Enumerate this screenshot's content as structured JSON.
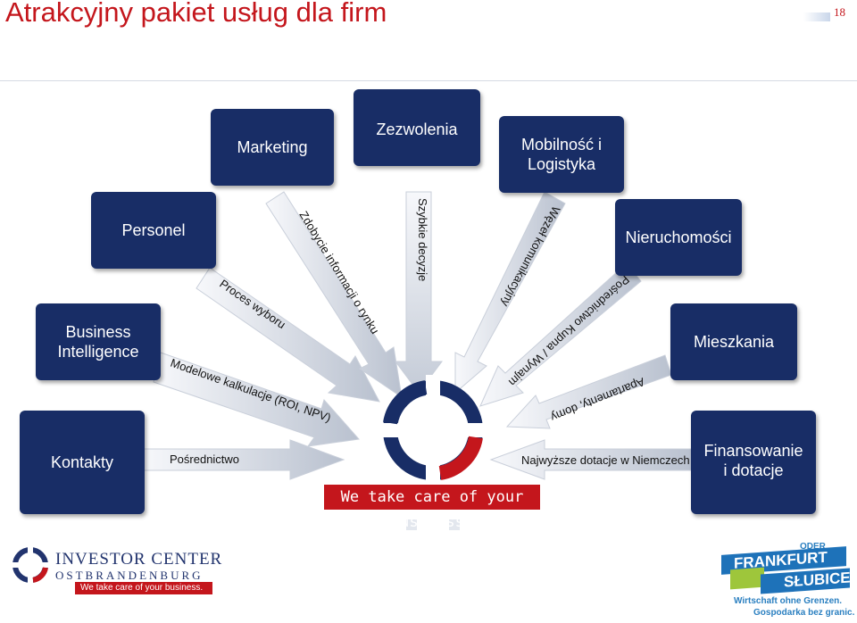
{
  "slide": {
    "title": "Atrakcyjny pakiet usług dla firm",
    "page_number": "18"
  },
  "services": [
    {
      "id": "marketing",
      "label": "Marketing"
    },
    {
      "id": "zezwolenia",
      "label": "Zezwolenia"
    },
    {
      "id": "mobilnosc",
      "label": "Mobilność i Logistyka"
    },
    {
      "id": "personel",
      "label": "Personel"
    },
    {
      "id": "nieruchomosci",
      "label": "Nieruchomości"
    },
    {
      "id": "business-intelligence",
      "label": "Business Intelligence"
    },
    {
      "id": "mieszkania",
      "label": "Mieszkania"
    },
    {
      "id": "kontakty",
      "label": "Kontakty"
    },
    {
      "id": "finansowanie",
      "label": "Finansowanie i dotacje"
    }
  ],
  "arrows": {
    "kontakty": "Pośrednictwo",
    "business_intelligence": "Modelowe kalkulacje (ROI, NPV)",
    "personel": "Proces wyboru",
    "marketing": "Zdobycie informacji o rynku",
    "zezwolenia": "Szybkie decyzje",
    "mobilnosc": "Węzeł komunikacyjny",
    "nieruchomosci": "Pośrednictwo Kupna / Wynajmu",
    "mieszkania": "Apartamenty, domy",
    "finansowanie": "Najwyższe dotacje w Niemczech"
  },
  "center": {
    "slogan": "We take care of your business."
  },
  "footer": {
    "investor_center": {
      "line1": "INVESTOR CENTER",
      "line2": "OSTBRANDENBURG",
      "tagline": "We take care of your business."
    },
    "frankfurt": {
      "oder": "ODER",
      "frankfurt": "FRANKFURT",
      "slubice": "SŁUBICE",
      "tagline1": "Wirtschaft ohne Grenzen.",
      "tagline2": "Gospodarka bez granic."
    }
  },
  "colors": {
    "title_red": "#c4161c",
    "box_navy": "#182d66",
    "arrow_light": "#f2f4f8",
    "arrow_dark": "#aab3c3",
    "frankfurt_blue": "#1e72b9",
    "frankfurt_green": "#9ec63b"
  },
  "icons": {
    "center_logo": "investor-center-logo-icon",
    "pink_icon": "investor-center-mark-icon"
  }
}
